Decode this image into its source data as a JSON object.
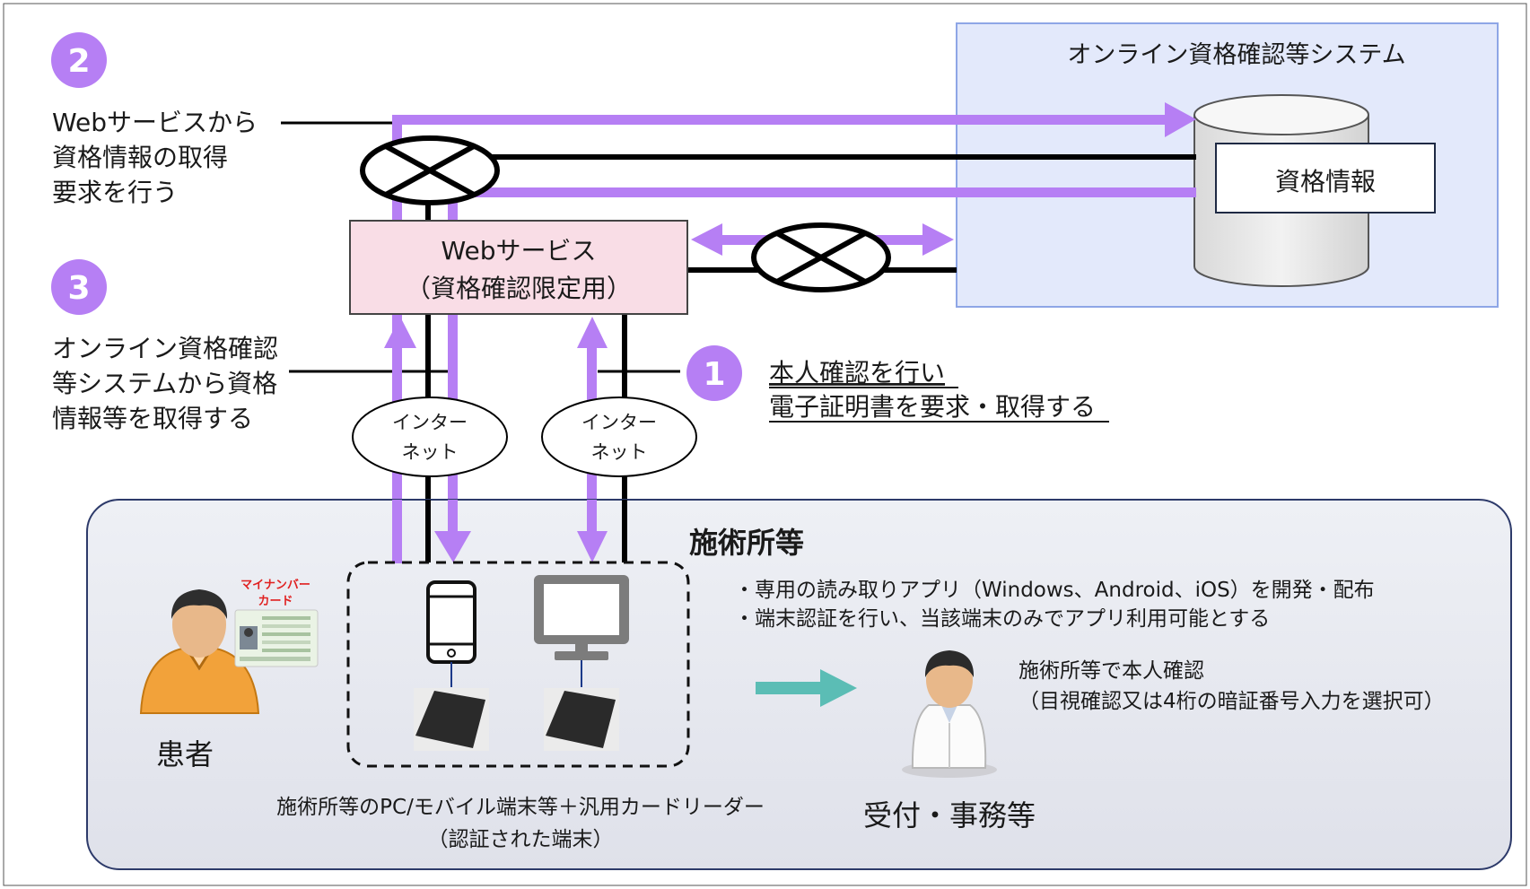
{
  "system_box": {
    "title": "オンライン資格確認等システム",
    "db_label": "資格情報"
  },
  "web_service": {
    "line1": "Webサービス",
    "line2": "（資格確認限定用）"
  },
  "steps": [
    {
      "number": "2",
      "lines": [
        "Webサービスから",
        "資格情報の取得",
        "要求を行う"
      ]
    },
    {
      "number": "3",
      "lines": [
        "オンライン資格確認",
        "等システムから資格",
        "情報等を取得する"
      ]
    },
    {
      "number": "1",
      "lines": [
        "本人確認を行い",
        "電子証明書を要求・取得する"
      ]
    }
  ],
  "internet_clouds": [
    {
      "line1": "インター",
      "line2": "ネット"
    },
    {
      "line1": "インター",
      "line2": "ネット"
    }
  ],
  "facility": {
    "title": "施術所等",
    "bullets": [
      "・専用の読み取りアプリ（Windows、Android、iOS）を開発・配布",
      "・端末認証を行い、当該端末のみでアプリ利用可能とする"
    ],
    "patient_label": "患者",
    "card_label_line1": "マイナンバー",
    "card_label_line2": "カード",
    "device_caption_line1": "施術所等のPC/モバイル端末等＋汎用カードリーダー",
    "device_caption_line2": "（認証された端末）",
    "staff_note_line1": "施術所等で本人確認",
    "staff_note_line2": "（目視確認又は4桁の暗証番号入力を選択可）",
    "staff_label": "受付・事務等"
  },
  "colors": {
    "purple": "#b67ff4",
    "teal": "#5bbdb5",
    "system_fill": "#e3e9fb",
    "system_stroke": "#8ea6e6",
    "web_fill": "#f9dde6",
    "facility_fill": "#e7e8ee",
    "facility_stroke": "#2d3a6a"
  }
}
